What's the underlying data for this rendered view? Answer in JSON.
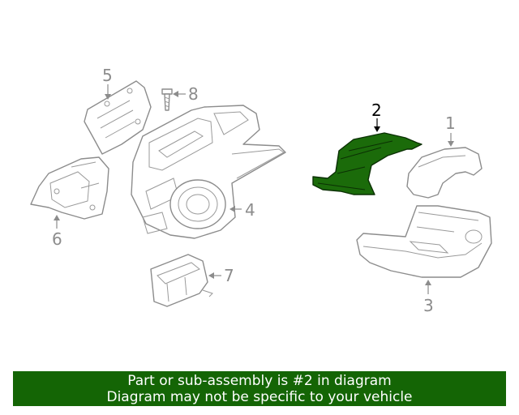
{
  "diagram": {
    "callouts": {
      "c1": "1",
      "c2": "2",
      "c3": "3",
      "c4": "4",
      "c5": "5",
      "c6": "6",
      "c7": "7",
      "c8": "8"
    },
    "highlight_color": "#1b6b0a"
  },
  "banner": {
    "line1": "Part or sub-assembly is #2 in diagram",
    "line2": "Diagram may not be specific to your vehicle",
    "background": "#146505"
  }
}
